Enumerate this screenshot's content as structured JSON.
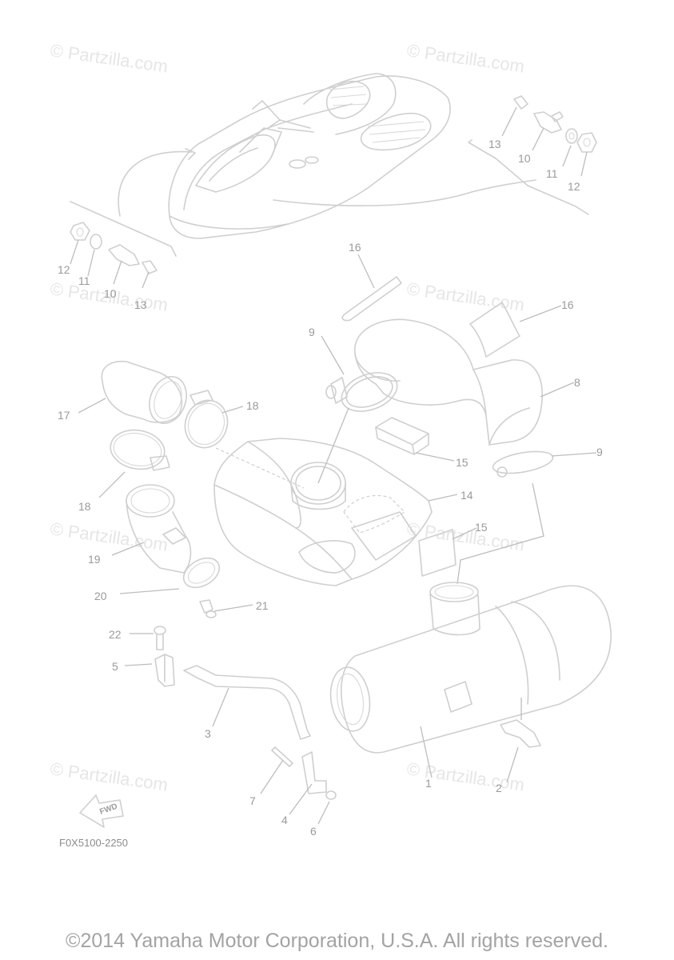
{
  "watermark": "© Partzilla.com",
  "diagram_code": "F0X5100-2250",
  "fwd_label": "FWD",
  "copyright": "©2014 Yamaha Motor Corporation, U.S.A. All rights reserved.",
  "callouts": {
    "c1": "1",
    "c2": "2",
    "c3": "3",
    "c4": "4",
    "c5": "5",
    "c6": "6",
    "c7": "7",
    "c8": "8",
    "c9a": "9",
    "c9b": "9",
    "c10a": "10",
    "c10b": "10",
    "c11a": "11",
    "c11b": "11",
    "c12a": "12",
    "c12b": "12",
    "c13a": "13",
    "c13b": "13",
    "c14": "14",
    "c15a": "15",
    "c15b": "15",
    "c16a": "16",
    "c16b": "16",
    "c17": "17",
    "c18a": "18",
    "c18b": "18",
    "c19": "19",
    "c20": "20",
    "c21": "21",
    "c22": "22"
  },
  "colors": {
    "line": "#cfcfcf",
    "label": "#9a9a9a",
    "watermark": "#e6e6e6"
  }
}
